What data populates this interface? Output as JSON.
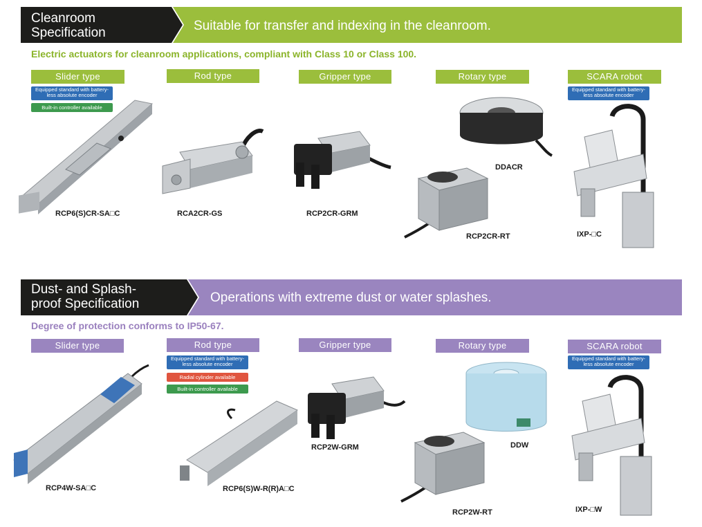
{
  "cleanroom": {
    "title_line1": "Cleanroom",
    "title_line2": "Specification",
    "banner": "Suitable for transfer and indexing in the cleanroom.",
    "subtitle": "Electric actuators for cleanroom applications, compliant with Class 10 or Class 100.",
    "colors": {
      "band": "#9bbe3c",
      "subtitle": "#8bb42a"
    },
    "categories": [
      "Slider type",
      "Rod type",
      "Gripper type",
      "Rotary type",
      "SCARA robot"
    ],
    "badges": {
      "encoder": "Equipped standard with battery-less absolute encoder",
      "controller": "Built-in controller available"
    },
    "models": {
      "slider": "RCP6(S)CR-SA□C",
      "rod": "RCA2CR-GS",
      "gripper": "RCP2CR-GRM",
      "rotary_top": "DDACR",
      "rotary_bottom": "RCP2CR-RT",
      "scara": "IXP-□C"
    }
  },
  "dustproof": {
    "title_line1": "Dust- and Splash-",
    "title_line2": "proof Specification",
    "banner": "Operations with extreme dust or water splashes.",
    "subtitle": "Degree of protection conforms to IP50-67.",
    "colors": {
      "band": "#9a85bf",
      "subtitle": "#9a80be"
    },
    "categories": [
      "Slider type",
      "Rod type",
      "Gripper type",
      "Rotary type",
      "SCARA robot"
    ],
    "badges": {
      "encoder": "Equipped standard with battery-less absolute encoder",
      "radial": "Radial cylinder available",
      "controller": "Built-in controller available"
    },
    "models": {
      "slider": "RCP4W-SA□C",
      "rod": "RCP6(S)W-R(R)A□C",
      "gripper": "RCP2W-GRM",
      "rotary_top": "DDW",
      "rotary_bottom": "RCP2W-RT",
      "scara": "IXP-□W"
    }
  }
}
